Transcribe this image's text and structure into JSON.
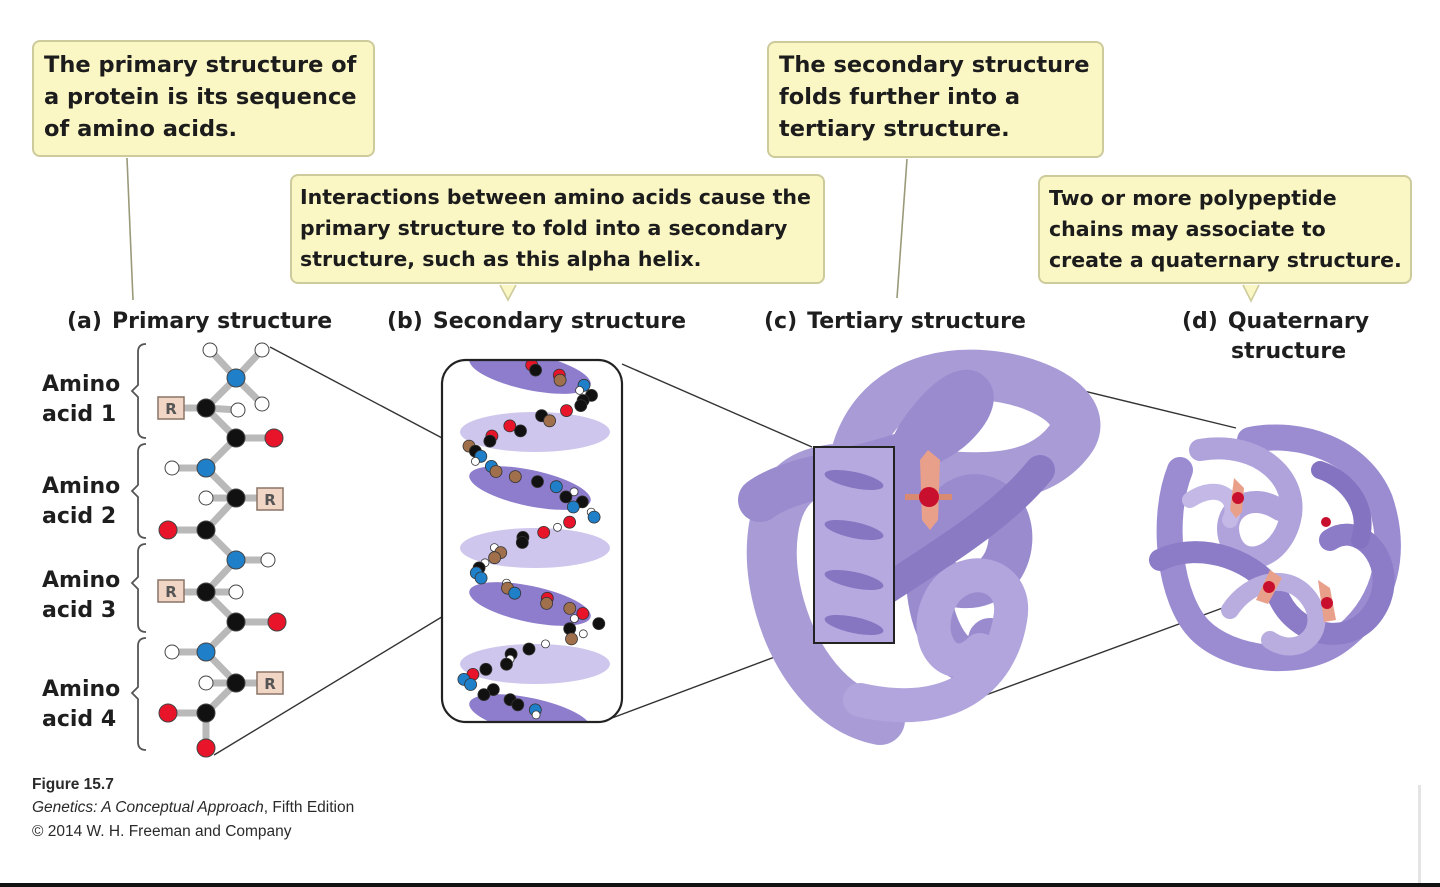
{
  "callouts": {
    "primary": [
      "The primary structure of",
      "a protein is its sequence",
      "of amino acids."
    ],
    "secondary": [
      "Interactions between amino acids cause the",
      "primary structure to fold into a secondary",
      "structure, such as this alpha helix."
    ],
    "tertiary": [
      "The secondary structure",
      "folds further into a",
      "tertiary structure."
    ],
    "quaternary": [
      "Two or more polypeptide",
      "chains may associate to",
      "create a quaternary structure."
    ]
  },
  "panels": {
    "a": {
      "letter": "(a)",
      "title": "Primary structure"
    },
    "b": {
      "letter": "(b)",
      "title": "Secondary structure"
    },
    "c": {
      "letter": "(c)",
      "title": "Tertiary structure"
    },
    "d": {
      "letter": "(d)",
      "title_line1": "Quaternary",
      "title_line2": "structure"
    }
  },
  "amino_acids": [
    {
      "line1": "Amino",
      "line2": "acid 1"
    },
    {
      "line1": "Amino",
      "line2": "acid 2"
    },
    {
      "line1": "Amino",
      "line2": "acid 3"
    },
    {
      "line1": "Amino",
      "line2": "acid 4"
    }
  ],
  "r_group_label": "R",
  "caption": {
    "figure": "Figure 15.7",
    "book_title": "Genetics: A Conceptual Approach",
    "edition": ", Fifth Edition",
    "copyright": "© 2014 W. H. Freeman and Company"
  },
  "colors": {
    "callout_fill": "#fbf7c4",
    "protein": "#a99bd6",
    "protein_dark": "#8676c2",
    "carbon": "#111111",
    "nitrogen": "#1f7fc8",
    "oxygen": "#e8142a",
    "hydrogen": "#ffffff",
    "r_group": "#a0704c",
    "heme": "#e8a08a"
  }
}
